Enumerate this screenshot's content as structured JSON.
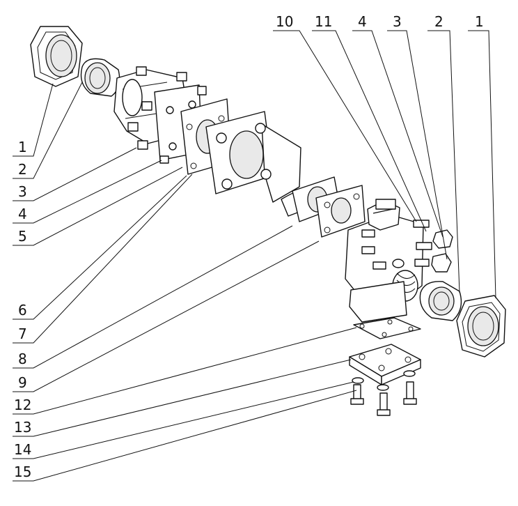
{
  "diagram": {
    "top_labels": [
      {
        "id": "top-10",
        "text": "10"
      },
      {
        "id": "top-11",
        "text": "11"
      },
      {
        "id": "top-4",
        "text": "4"
      },
      {
        "id": "top-3",
        "text": "3"
      },
      {
        "id": "top-2",
        "text": "2"
      },
      {
        "id": "top-1",
        "text": "1"
      }
    ],
    "left_labels": [
      {
        "id": "left-1",
        "text": "1"
      },
      {
        "id": "left-2",
        "text": "2"
      },
      {
        "id": "left-3",
        "text": "3"
      },
      {
        "id": "left-4",
        "text": "4"
      },
      {
        "id": "left-5",
        "text": "5"
      },
      {
        "id": "left-6",
        "text": "6"
      },
      {
        "id": "left-7",
        "text": "7"
      },
      {
        "id": "left-8",
        "text": "8"
      },
      {
        "id": "left-9",
        "text": "9"
      },
      {
        "id": "left-12",
        "text": "12"
      },
      {
        "id": "left-13",
        "text": "13"
      },
      {
        "id": "left-14",
        "text": "14"
      },
      {
        "id": "left-15",
        "text": "15"
      }
    ]
  }
}
